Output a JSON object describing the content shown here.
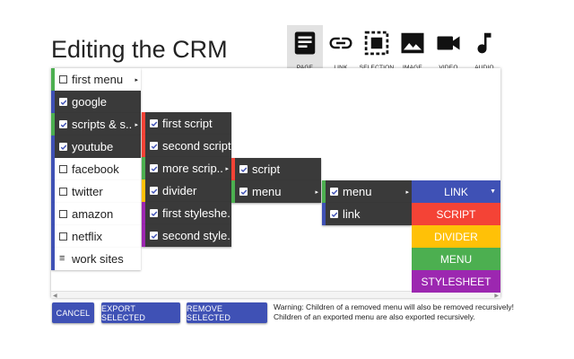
{
  "title": "Editing the CRM",
  "toolbar": [
    {
      "label": "PAGE",
      "icon": "page-icon",
      "selected": true
    },
    {
      "label": "LINK",
      "icon": "link-icon",
      "selected": false
    },
    {
      "label": "SELECTION",
      "icon": "selection-icon",
      "selected": false
    },
    {
      "label": "IMAGE",
      "icon": "image-icon",
      "selected": false
    },
    {
      "label": "VIDEO",
      "icon": "video-icon",
      "selected": false
    },
    {
      "label": "AUDIO",
      "icon": "audio-icon",
      "selected": false
    }
  ],
  "colors": {
    "link": "#3f51b5",
    "script": "#f44336",
    "divider": "#ffc107",
    "menu": "#4caf50",
    "stylesheet": "#9c27b0",
    "selected_bg": "#3a3a3a",
    "button": "#3f51b5"
  },
  "tree": {
    "col1": [
      {
        "label": "first menu",
        "type": "menu",
        "checked": false,
        "submenu": true
      },
      {
        "label": "google",
        "type": "link",
        "checked": true,
        "submenu": false
      },
      {
        "label": "scripts & s...",
        "type": "menu",
        "checked": true,
        "submenu": true
      },
      {
        "label": "youtube",
        "type": "link",
        "checked": true,
        "submenu": false
      },
      {
        "label": "facebook",
        "type": "link",
        "checked": false,
        "submenu": false
      },
      {
        "label": "twitter",
        "type": "link",
        "checked": false,
        "submenu": false
      },
      {
        "label": "amazon",
        "type": "link",
        "checked": false,
        "submenu": false
      },
      {
        "label": "netflix",
        "type": "link",
        "checked": false,
        "submenu": false
      },
      {
        "label": "work sites",
        "type": "link",
        "checked": false,
        "submenu": false,
        "hamburger": true
      }
    ],
    "col2": [
      {
        "label": "first script",
        "type": "script",
        "checked": true,
        "submenu": false
      },
      {
        "label": "second script",
        "type": "script",
        "checked": true,
        "submenu": false
      },
      {
        "label": "more scrip...",
        "type": "menu",
        "checked": true,
        "submenu": true
      },
      {
        "label": "divider",
        "type": "divider",
        "checked": true,
        "submenu": false
      },
      {
        "label": "first styleshe...",
        "type": "stylesheet",
        "checked": true,
        "submenu": false
      },
      {
        "label": "second style...",
        "type": "stylesheet",
        "checked": true,
        "submenu": false
      }
    ],
    "col3": [
      {
        "label": "script",
        "type": "script",
        "checked": true,
        "submenu": false
      },
      {
        "label": "menu",
        "type": "menu",
        "checked": true,
        "submenu": true
      }
    ],
    "col4": [
      {
        "label": "menu",
        "type": "menu",
        "checked": true,
        "submenu": true
      },
      {
        "label": "link",
        "type": "link",
        "checked": true,
        "submenu": false
      }
    ]
  },
  "type_selector": [
    {
      "label": "LINK",
      "type": "link",
      "dropdown": true
    },
    {
      "label": "SCRIPT",
      "type": "script",
      "dropdown": false
    },
    {
      "label": "DIVIDER",
      "type": "divider",
      "dropdown": false
    },
    {
      "label": "MENU",
      "type": "menu",
      "dropdown": false
    },
    {
      "label": "STYLESHEET",
      "type": "stylesheet",
      "dropdown": false
    }
  ],
  "buttons": {
    "cancel": "CANCEL",
    "export": "EXPORT SELECTED",
    "remove": "REMOVE SELECTED"
  },
  "warning": "Warning: Children of a removed menu will also be removed recursively! Children of an exported menu are also exported recursively."
}
